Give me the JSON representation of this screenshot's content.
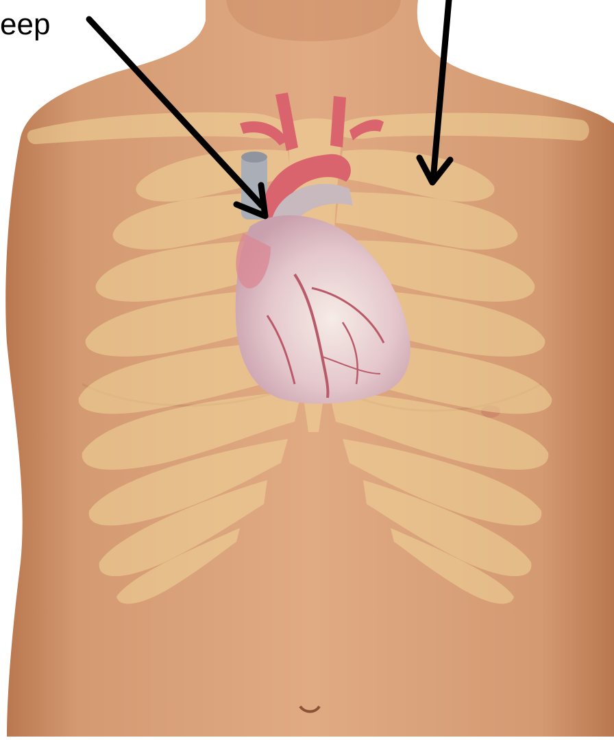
{
  "labels": {
    "deep": "eep"
  },
  "colors": {
    "background": "#ffffff",
    "skin": "#d9a07a",
    "skin_shadow": "#c2855e",
    "bone": "#f2d79a",
    "heart": "#e7c9cf",
    "artery": "#d9646e",
    "vein": "#a9aeb7",
    "arrow": "#000000"
  },
  "icons": [
    "torso-illustration",
    "rib-cage-illustration",
    "heart-illustration",
    "arrow-to-heart",
    "arrow-to-rib"
  ]
}
